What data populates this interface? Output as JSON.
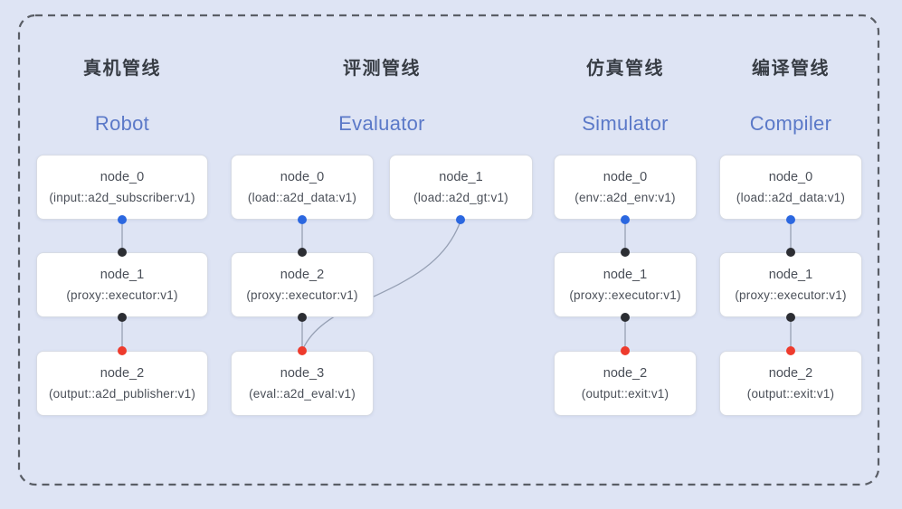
{
  "diagram": {
    "background": "#dee4f4",
    "frame_color": "#5a5e66"
  },
  "colors": {
    "heading_text": "#383d45",
    "subtitle_blue": "#5b79c8",
    "node_text": "#4a4f58",
    "edge": "#96a0b4",
    "port_output_blue": "#2b67e0",
    "port_proxy_black": "#2c2e33",
    "port_input_red": "#ee3b2d"
  },
  "pipelines": [
    {
      "key": "robot",
      "title_zh": "真机管线",
      "title_en": "Robot",
      "nodes": [
        {
          "name": "node_0",
          "type": "(input::a2d_subscriber:v1)"
        },
        {
          "name": "node_1",
          "type": "(proxy::executor:v1)"
        },
        {
          "name": "node_2",
          "type": "(output::a2d_publisher:v1)"
        }
      ]
    },
    {
      "key": "evaluator",
      "title_zh": "评测管线",
      "title_en": "Evaluator",
      "nodes": [
        {
          "name": "node_0",
          "type": "(load::a2d_data:v1)"
        },
        {
          "name": "node_1",
          "type": "(load::a2d_gt:v1)"
        },
        {
          "name": "node_2",
          "type": "(proxy::executor:v1)"
        },
        {
          "name": "node_3",
          "type": "(eval::a2d_eval:v1)"
        }
      ]
    },
    {
      "key": "simulator",
      "title_zh": "仿真管线",
      "title_en": "Simulator",
      "nodes": [
        {
          "name": "node_0",
          "type": "(env::a2d_env:v1)"
        },
        {
          "name": "node_1",
          "type": "(proxy::executor:v1)"
        },
        {
          "name": "node_2",
          "type": "(output::exit:v1)"
        }
      ]
    },
    {
      "key": "compiler",
      "title_zh": "编译管线",
      "title_en": "Compiler",
      "nodes": [
        {
          "name": "node_0",
          "type": "(load::a2d_data:v1)"
        },
        {
          "name": "node_1",
          "type": "(proxy::executor:v1)"
        },
        {
          "name": "node_2",
          "type": "(output::exit:v1)"
        }
      ]
    }
  ]
}
